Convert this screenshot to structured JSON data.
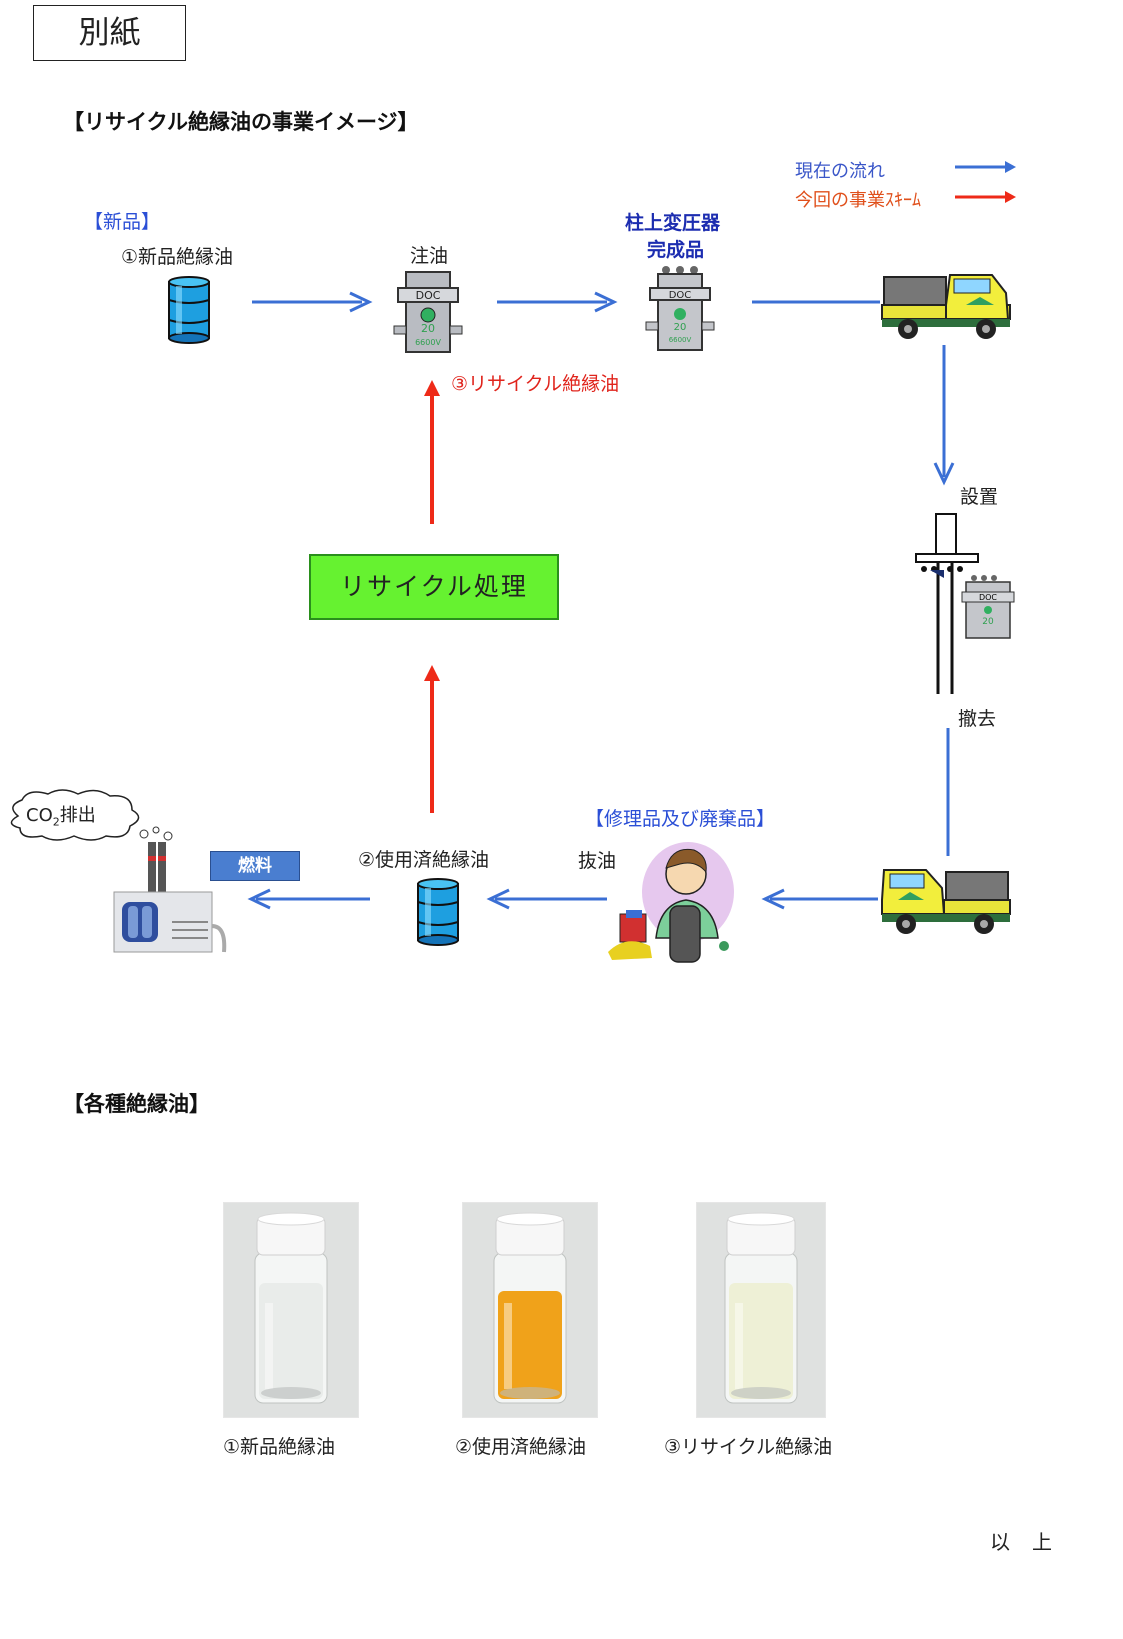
{
  "stamp": "別紙",
  "section1": {
    "title": "【リサイクル絶縁油の事業イメージ】"
  },
  "legend": {
    "current": "現在の流れ",
    "scheme": "今回の事業ｽｷｰﾑ",
    "current_color": "#3b6fd4",
    "scheme_color": "#ee2a18"
  },
  "flow": {
    "new_tag": "【新品】",
    "new_oil": "①新品絶縁油",
    "fill": "注油",
    "transformer_line1": "柱上変圧器",
    "transformer_line2": "完成品",
    "recycled_oil": "③リサイクル絶縁油",
    "install": "設置",
    "remove": "撤去",
    "recycle_process": "リサイクル処理",
    "repair_tag": "【修理品及び廃棄品】",
    "drain": "抜油",
    "used_oil": "②使用済絶縁油",
    "fuel": "燃料",
    "co2": "CO",
    "co2_sub": "2",
    "co2_suffix": "排出",
    "transformer_rating": "20",
    "transformer_voltage": "6600V"
  },
  "section2": {
    "title": "【各種絶縁油】"
  },
  "samples": [
    {
      "caption": "①新品絶縁油",
      "liquid": "#e9ecea"
    },
    {
      "caption": "②使用済絶縁油",
      "liquid": "#f0a21a"
    },
    {
      "caption": "③リサイクル絶縁油",
      "liquid": "#eef0d6"
    }
  ],
  "closing": "以上"
}
